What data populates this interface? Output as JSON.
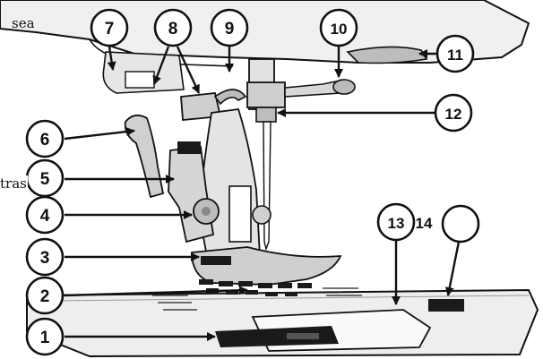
{
  "text_fragments": {
    "top_left": "sea",
    "mid_left": "tras"
  },
  "callouts": [
    {
      "id": "1",
      "label": "1"
    },
    {
      "id": "2",
      "label": "2"
    },
    {
      "id": "3",
      "label": "3"
    },
    {
      "id": "4",
      "label": "4"
    },
    {
      "id": "5",
      "label": "5"
    },
    {
      "id": "6",
      "label": "6"
    },
    {
      "id": "7",
      "label": "7"
    },
    {
      "id": "8",
      "label": "8"
    },
    {
      "id": "9",
      "label": "9"
    },
    {
      "id": "10",
      "label": "10"
    },
    {
      "id": "11",
      "label": "11"
    },
    {
      "id": "12",
      "label": "12"
    },
    {
      "id": "13",
      "label": "13"
    },
    {
      "id": "14",
      "label": "14"
    },
    {
      "id": "blank",
      "label": ""
    }
  ],
  "colors": {
    "outline": "#111111",
    "fill_light": "#eeeeee",
    "fill_mid": "#d9d9d9",
    "fill_dark": "#1a1a1a"
  }
}
